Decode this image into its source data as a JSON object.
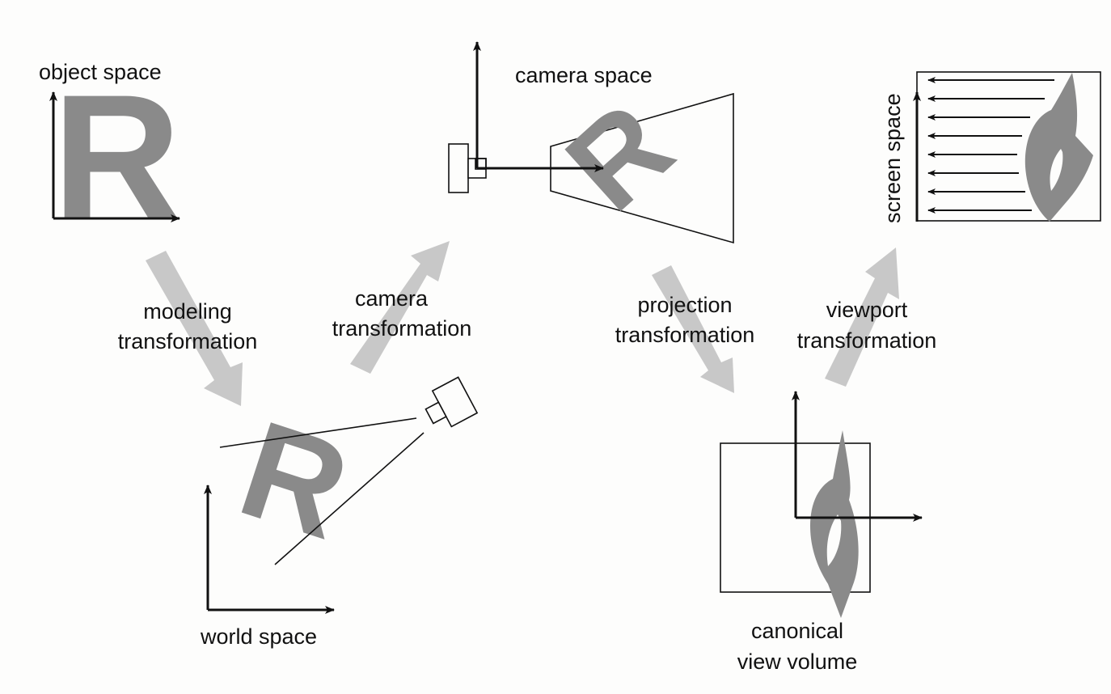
{
  "title": "Coordinate transformations pipeline",
  "colors": {
    "background": "#fdfdfc",
    "ink": "#111111",
    "letter_gray": "#8a8a8a",
    "arrow_gray": "#c8c8c8"
  },
  "glyph": "R",
  "spaces": {
    "object": "object space",
    "world": "world space",
    "camera": "camera space",
    "screen": "screen space",
    "canonical_line1": "canonical",
    "canonical_line2": "view volume"
  },
  "transforms": {
    "modeling_line1": "modeling",
    "modeling_line2": "transformation",
    "camera_line1": "camera",
    "camera_line2": "transformation",
    "projection_line1": "projection",
    "projection_line2": "transformation",
    "viewport_line1": "viewport",
    "viewport_line2": "transformation"
  }
}
